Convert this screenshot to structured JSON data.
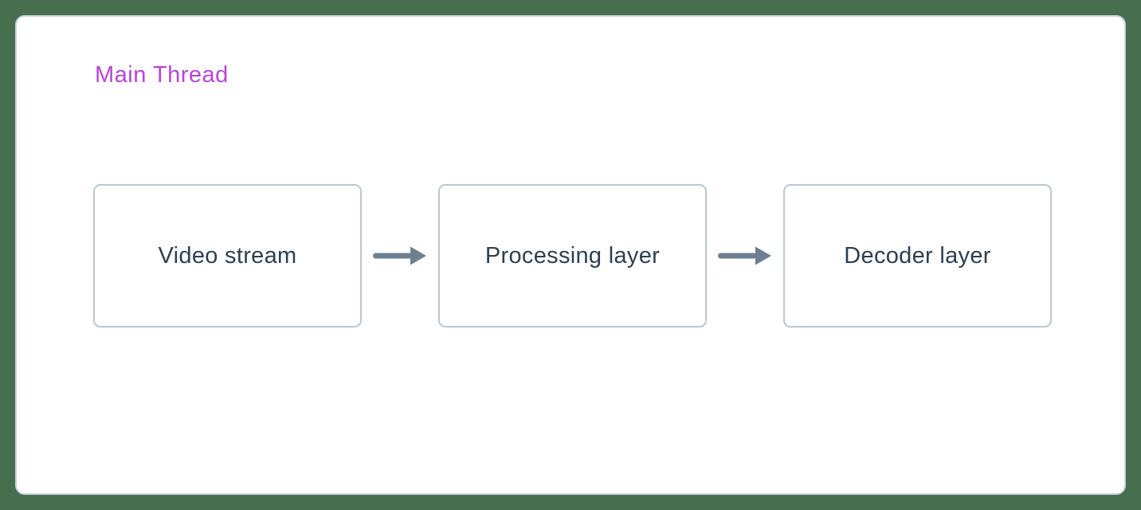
{
  "diagram": {
    "title": "Main Thread",
    "nodes": [
      {
        "label": "Video stream"
      },
      {
        "label": "Processing layer"
      },
      {
        "label": "Decoder layer"
      }
    ],
    "connections": [
      {
        "from": "Video stream",
        "to": "Processing layer"
      },
      {
        "from": "Processing layer",
        "to": "Decoder layer"
      }
    ],
    "colors": {
      "background": "#486e50",
      "panel_fill": "#ffffff",
      "panel_border": "#c9d3db",
      "node_border": "#b9c7d2",
      "node_text": "#2e3f4e",
      "title_text": "#b845d6",
      "arrow": "#6e8090"
    }
  }
}
